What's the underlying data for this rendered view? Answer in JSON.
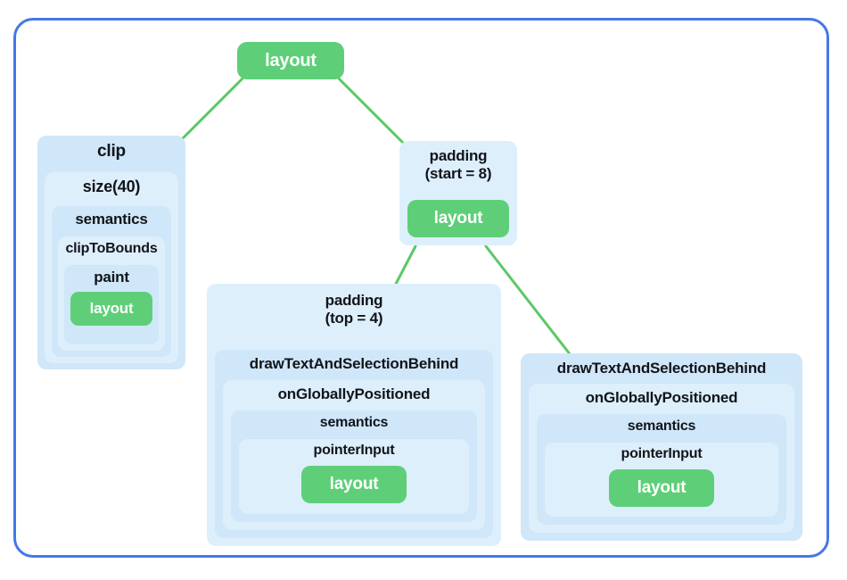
{
  "diagram": {
    "frame_color": "#4477e8",
    "edge_color": "#5bc866",
    "chip_color": "#5ecf78",
    "box_shade_dark": "#cfe7f9",
    "box_shade_light": "#ddeffb",
    "root": {
      "label": "layout"
    },
    "left_branch": {
      "clip": "clip",
      "size": "size(40)",
      "semantics": "semantics",
      "clip_to_bounds": "clipToBounds",
      "paint": "paint",
      "layout": "layout"
    },
    "right_branch": {
      "padding_start": "padding\n(start = 8)",
      "padding_start_layout": "layout"
    },
    "middle_column": {
      "padding_top": "padding\n(top = 4)",
      "draw_text_and_selection_behind": "drawTextAndSelectionBehind",
      "on_globally_positioned": "onGloballyPositioned",
      "semantics": "semantics",
      "pointer_input": "pointerInput",
      "layout": "layout"
    },
    "right_column": {
      "draw_text_and_selection_behind": "drawTextAndSelectionBehind",
      "on_globally_positioned": "onGloballyPositioned",
      "semantics": "semantics",
      "pointer_input": "pointerInput",
      "layout": "layout"
    }
  }
}
